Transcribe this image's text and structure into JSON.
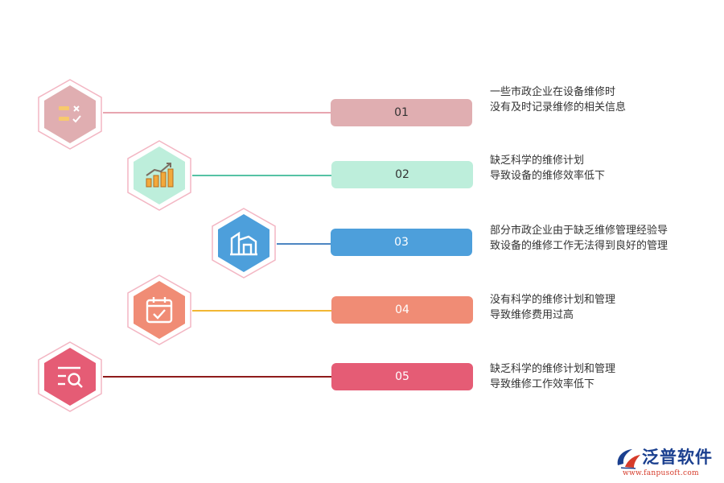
{
  "items": [
    {
      "number": "01",
      "icon": "checklist-icon",
      "color": "#e0aeb1",
      "line_color": "#e8a5b0",
      "text_color": "#333333",
      "lines": [
        "一些市政企业在设备维修时",
        "没有及时记录维修的相关信息"
      ]
    },
    {
      "number": "02",
      "icon": "growth-chart-icon",
      "color": "#bdeedb",
      "line_color": "#56c2a4",
      "text_color": "#333333",
      "lines": [
        "缺乏科学的维修计划",
        "导致设备的维修效率低下"
      ]
    },
    {
      "number": "03",
      "icon": "building-icon",
      "color": "#4d9fdb",
      "line_color": "#4d86c2",
      "text_color": "#ffffff",
      "lines": [
        "部分市政企业由于缺乏维修管理经验导",
        "致设备的维修工作无法得到良好的管理"
      ]
    },
    {
      "number": "04",
      "icon": "calendar-check-icon",
      "color": "#f08c75",
      "line_color": "#f2b733",
      "text_color": "#ffffff",
      "lines": [
        "没有科学的维修计划和管理",
        "导致维修费用过高"
      ]
    },
    {
      "number": "05",
      "icon": "search-list-icon",
      "color": "#e55c75",
      "line_color": "#8e1b1b",
      "text_color": "#ffffff",
      "lines": [
        "缺乏科学的维修计划和管理",
        "导致维修工作效率低下"
      ]
    }
  ],
  "logo": {
    "title": "泛普软件",
    "url": "www.fanpusoft.com"
  }
}
